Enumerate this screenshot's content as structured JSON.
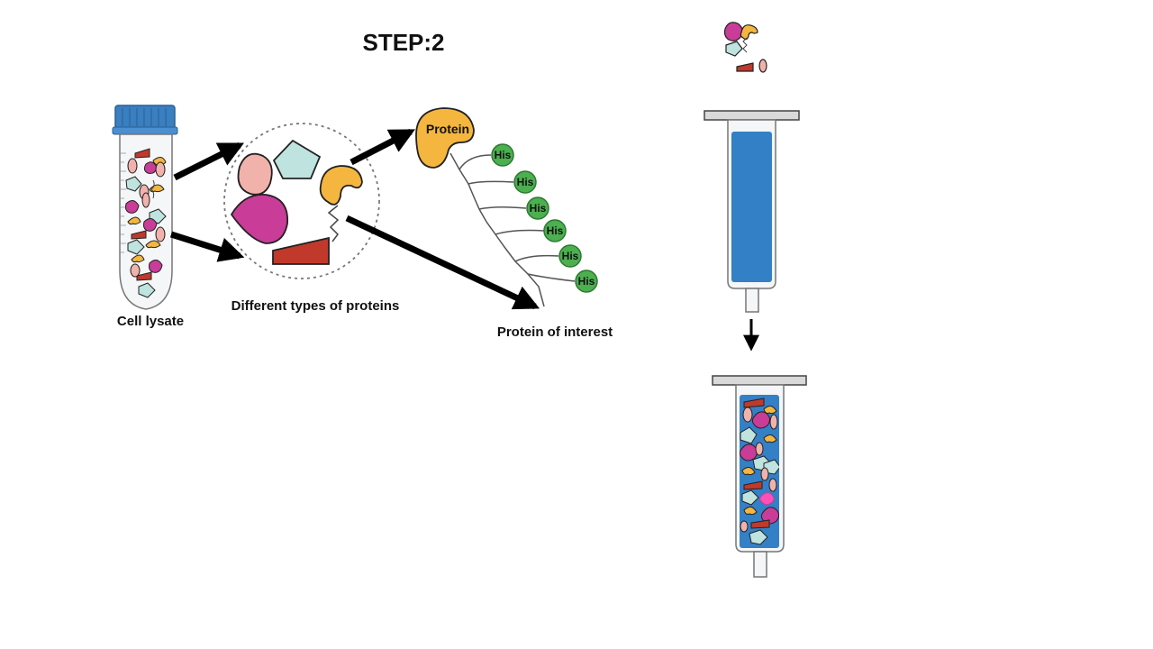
{
  "title": "STEP:2",
  "labels": {
    "cell_lysate": "Cell lysate",
    "different_proteins": "Different types of proteins",
    "protein_of_interest": "Protein of interest",
    "protein": "Protein",
    "his_tag": "His"
  },
  "colors": {
    "magenta": "#c93c98",
    "orange": "#f4b63f",
    "pink": "#f2b2ac",
    "teal": "#bfe3df",
    "red": "#c0392b",
    "green": "#4caf50",
    "blue_resin": "#3380c6",
    "cap_blue": "#3a7fbf"
  }
}
